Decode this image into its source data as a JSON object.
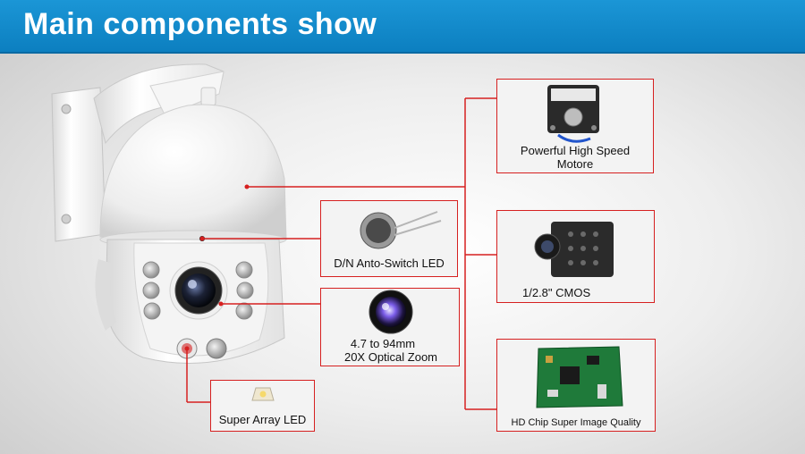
{
  "header": {
    "title": "Main components show"
  },
  "components": {
    "motor": {
      "label_line1": "Powerful High Speed",
      "label_line2": "Motore"
    },
    "cmos": {
      "label": "1/2.8\" CMOS"
    },
    "chip": {
      "label": "HD Chip Super Image Quality"
    },
    "dn_led": {
      "label": "D/N Anto-Switch LED"
    },
    "lens": {
      "label_line1": "4.7 to 94mm",
      "label_line2": "20X Optical Zoom"
    },
    "array_led": {
      "label": "Super Array LED"
    }
  },
  "colors": {
    "header": "#0c7fc0",
    "callout_border": "#d62020",
    "leader_line": "#d62020"
  }
}
